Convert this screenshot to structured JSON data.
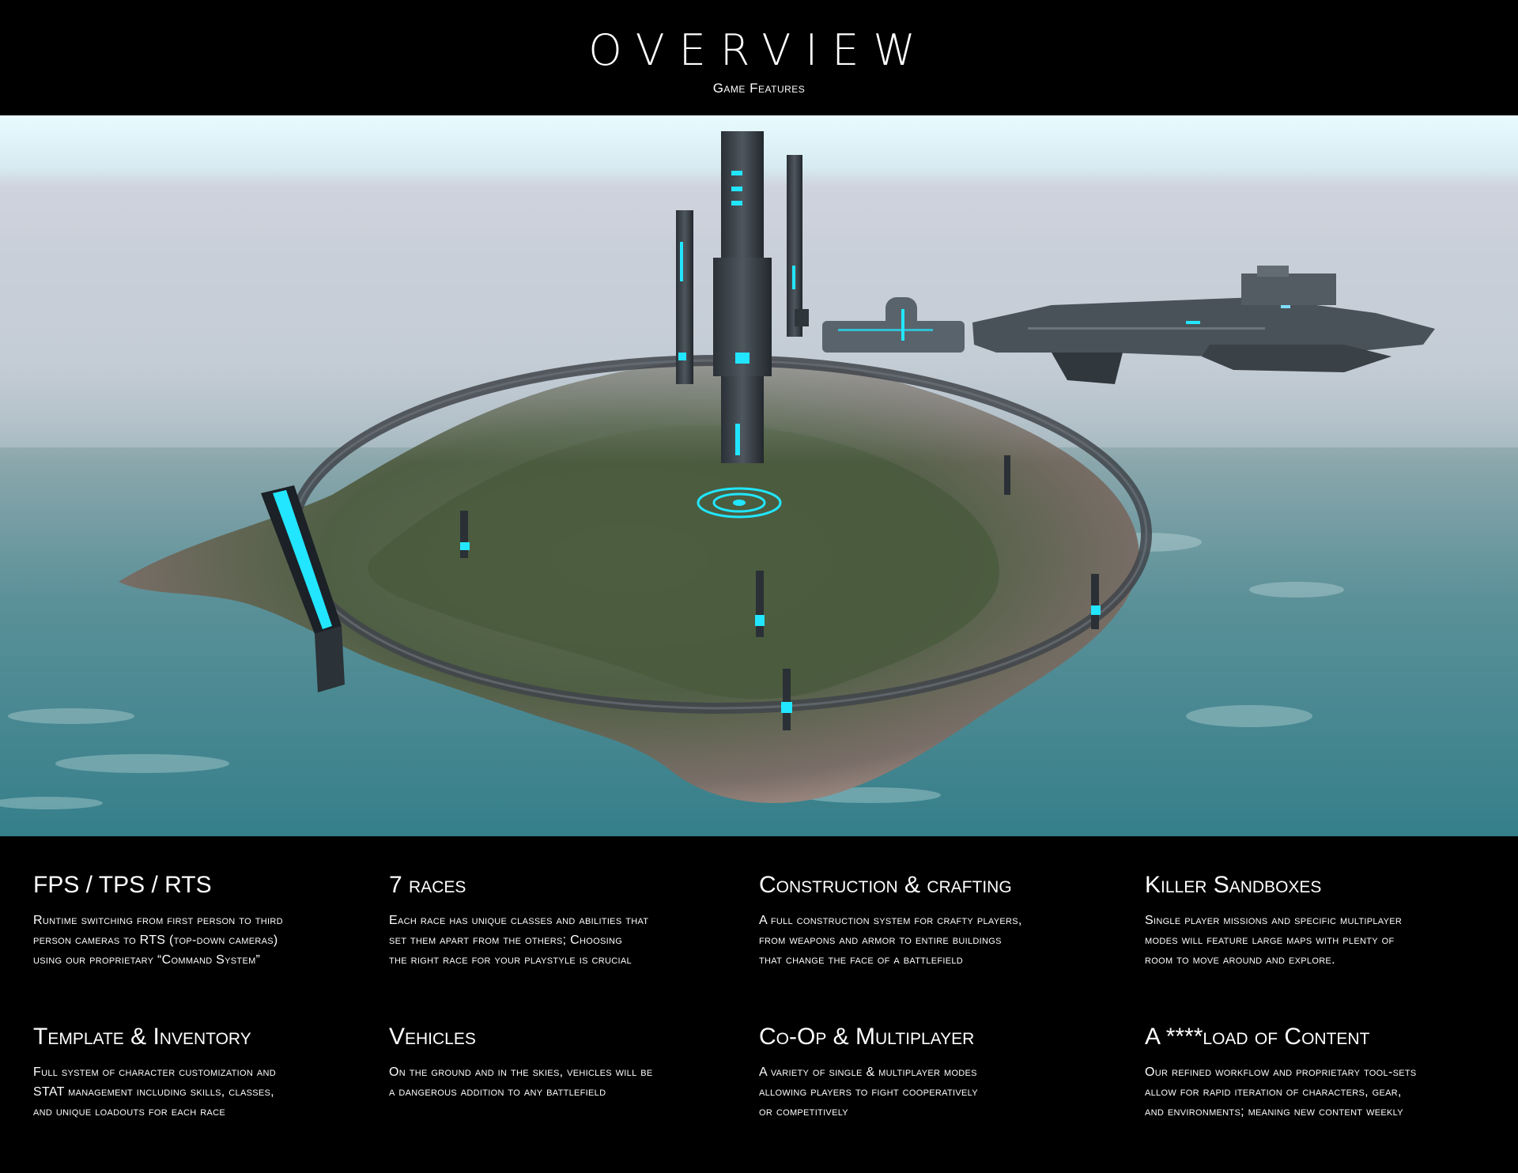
{
  "header": {
    "title": "OVERVIEW",
    "subtitle": "Game Features"
  },
  "colors": {
    "background": "#000000",
    "glow_accent": "#22e6ff",
    "sea": "#3c8a94",
    "sky": "#c9d2dc"
  },
  "scene": {
    "description_icons": [
      "island",
      "ring-wall",
      "spire-tower",
      "floating-pylons",
      "battleship",
      "holo-platform"
    ]
  },
  "features": [
    {
      "title": "FPS / TPS / RTS",
      "lines": [
        "Runtime switching from first person to third",
        "person cameras to RTS (top-down cameras)",
        "using our proprietary “Command System”"
      ]
    },
    {
      "title": "7 races",
      "lines": [
        "Each race has unique classes and abilities that",
        "set them apart from the others;  Choosing",
        "the right race for your playstyle is crucial"
      ]
    },
    {
      "title": "Construction & crafting",
      "lines": [
        "A full construction system for crafty players,",
        "from weapons and armor to entire buildings",
        "that change the face of a battlefield"
      ]
    },
    {
      "title": "Killer Sandboxes",
      "lines": [
        "Single player missions and specific multiplayer",
        "modes will feature large maps with plenty of",
        "room to move around and explore."
      ]
    },
    {
      "title": "Template & Inventory",
      "lines": [
        "Full system of character customization and",
        "STAT management including skills, classes,",
        "and unique loadouts for each race"
      ]
    },
    {
      "title": "Vehicles",
      "lines": [
        "On the ground and in the skies, vehicles will be",
        "a dangerous addition to any battlefield"
      ]
    },
    {
      "title": "Co-Op & Multiplayer",
      "lines": [
        "A variety of single & multiplayer modes",
        "allowing players to fight cooperatively",
        "or competitively"
      ]
    },
    {
      "title": "A ****load of Content",
      "lines": [
        "Our refined workflow and proprietary tool-sets",
        "allow for rapid iteration of characters, gear,",
        "and environments; meaning new content weekly"
      ]
    }
  ]
}
